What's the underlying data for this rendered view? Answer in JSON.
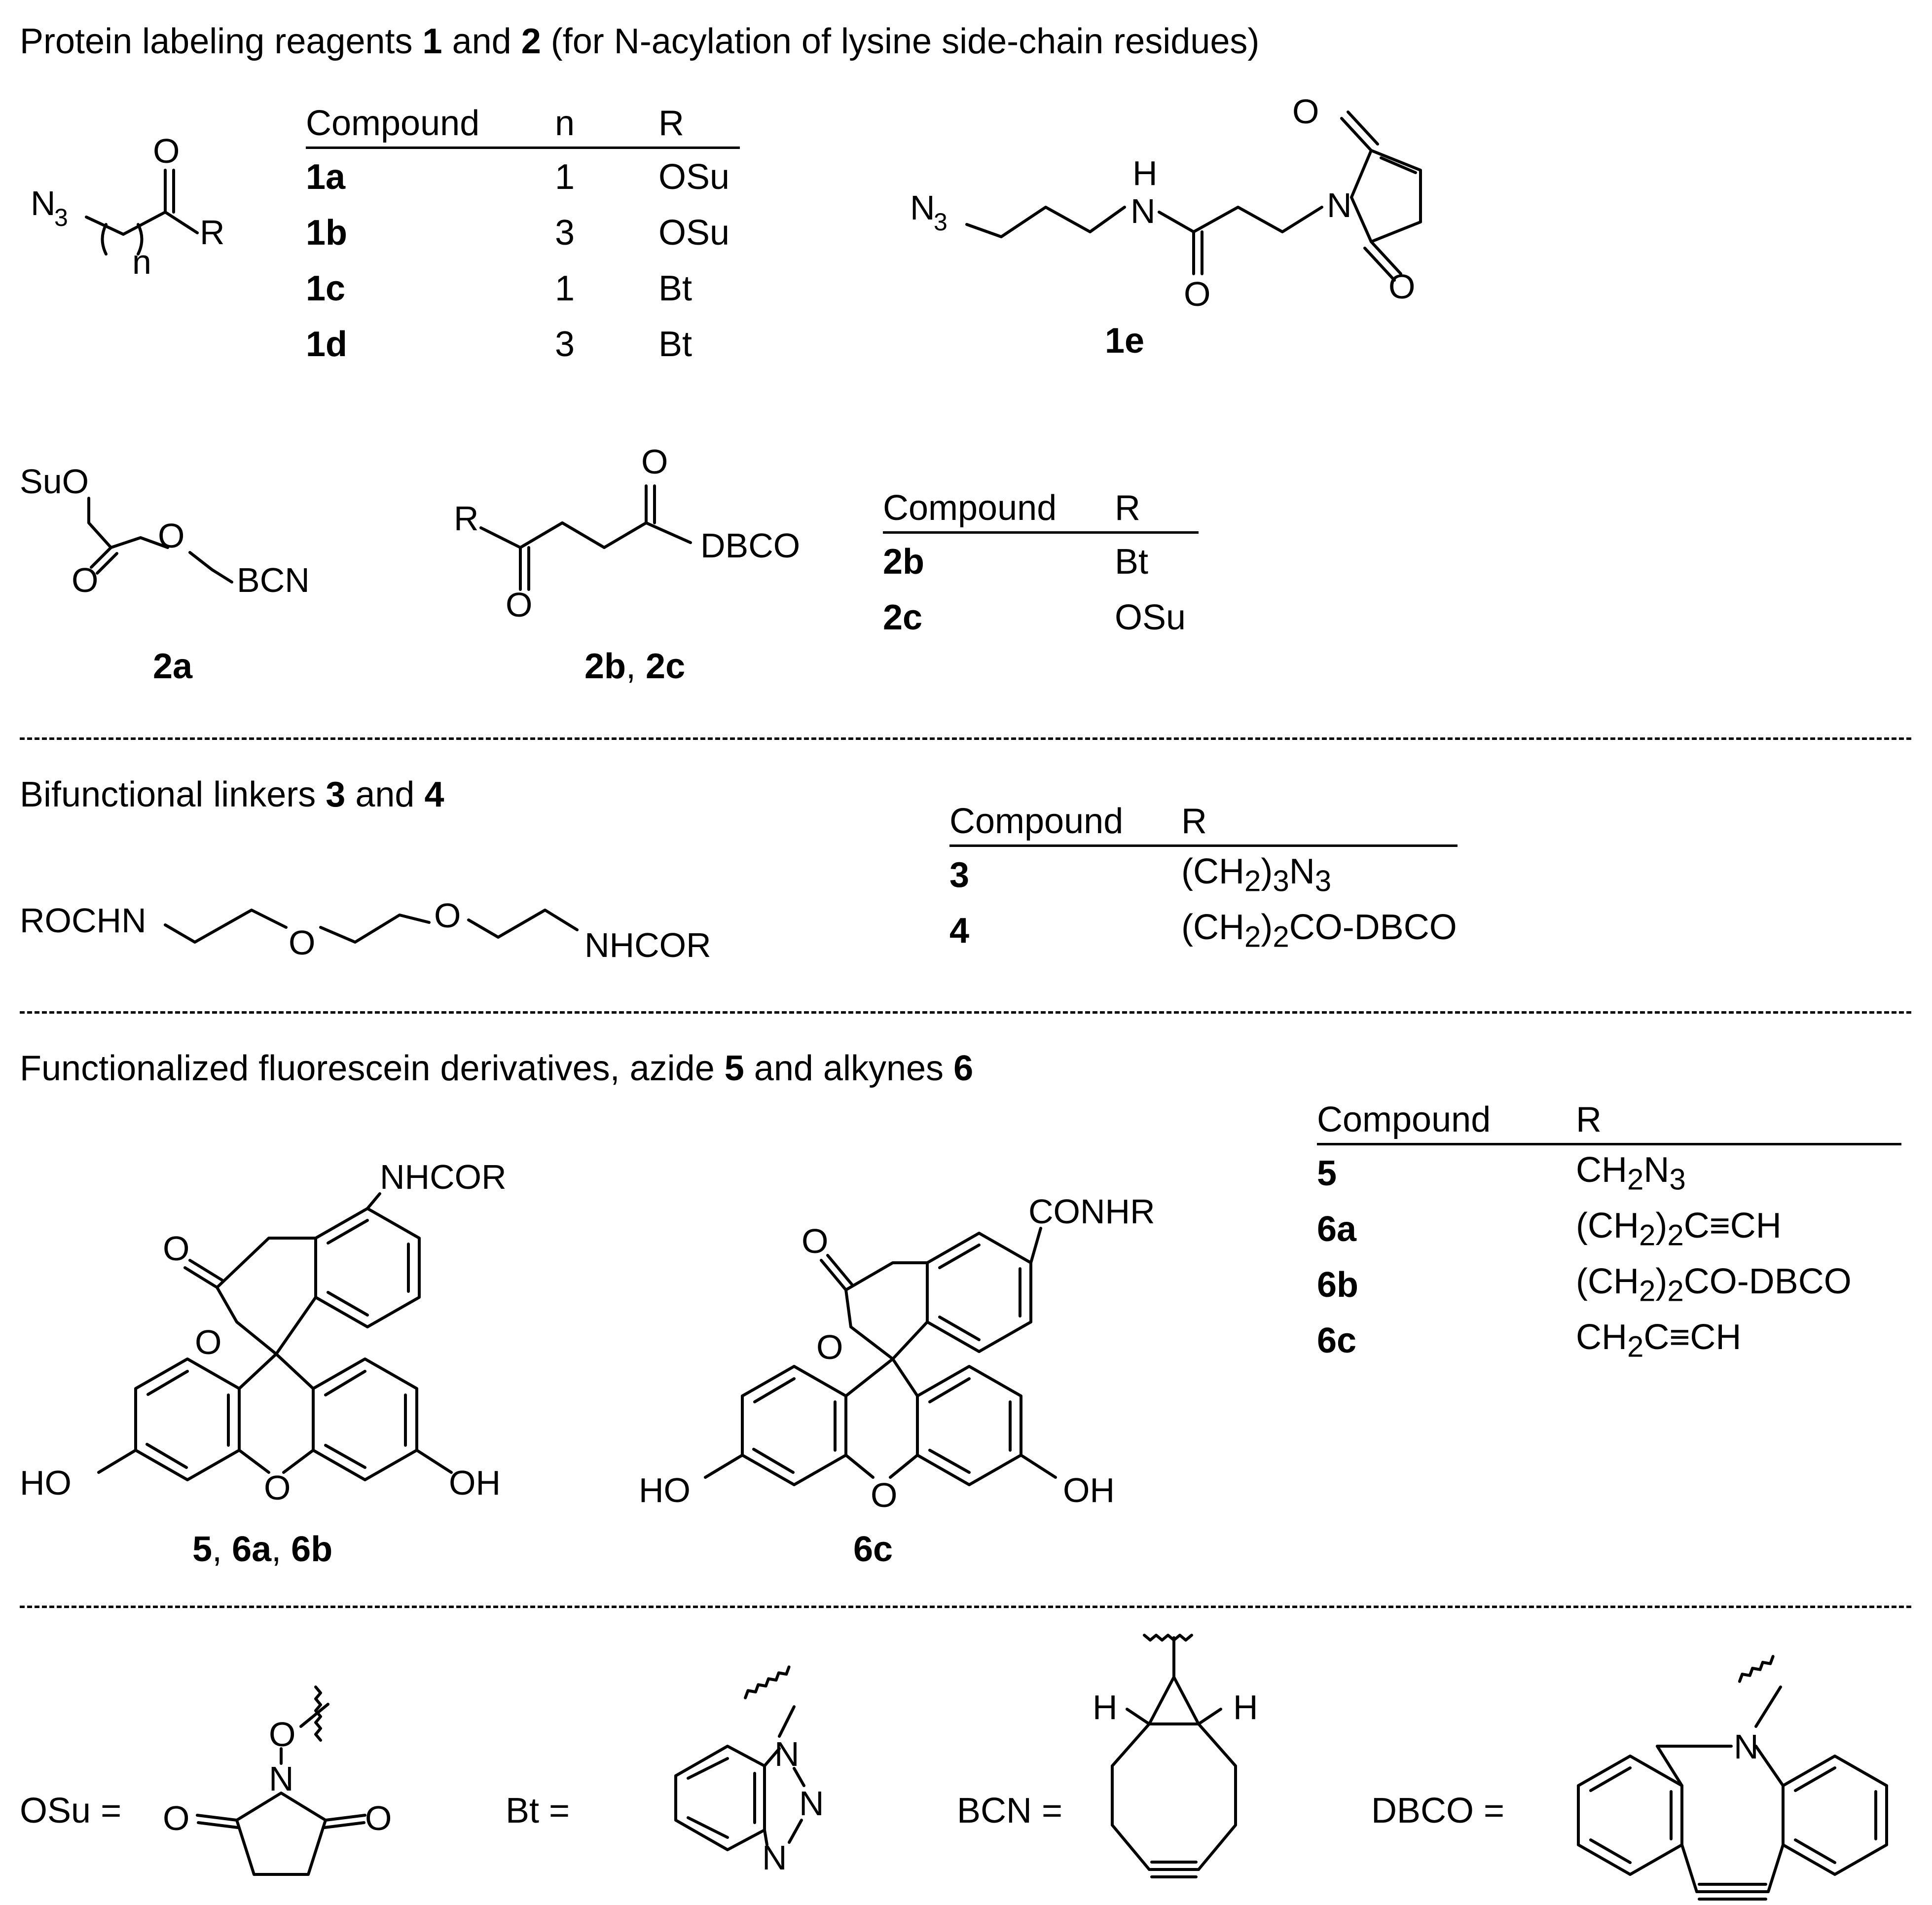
{
  "section1": {
    "heading": {
      "pre": "Protein labeling reagents ",
      "ref1": "1",
      "mid": " and ",
      "ref2": "2",
      "post": " (for N-acylation of lysine side-chain residues)"
    },
    "table1": {
      "headers": [
        "Compound",
        "n",
        "R"
      ],
      "rows": [
        {
          "id": "1a",
          "n": "1",
          "r": "OSu"
        },
        {
          "id": "1b",
          "n": "3",
          "r": "OSu"
        },
        {
          "id": "1c",
          "n": "1",
          "r": "Bt"
        },
        {
          "id": "1d",
          "n": "3",
          "r": "Bt"
        }
      ]
    },
    "table2": {
      "headers": [
        "Compound",
        "R"
      ],
      "rows": [
        {
          "id": "2b",
          "r": "Bt"
        },
        {
          "id": "2c",
          "r": "OSu"
        }
      ]
    },
    "captions": {
      "c1e": "1e",
      "c2a": "2a",
      "c2b": "2b",
      "c2c": "2c",
      "sep": ", "
    },
    "labels": {
      "n3": "N",
      "n3sub": "3",
      "o": "O",
      "r": "R",
      "n": "n",
      "h": "H",
      "nn": "N",
      "suo": "SuO",
      "bcn": "BCN",
      "dbco": "DBCO"
    }
  },
  "section2": {
    "heading": {
      "pre": "Bifunctional linkers ",
      "ref1": "3",
      "mid": " and ",
      "ref2": "4"
    },
    "labels": {
      "left": "ROCHN",
      "right": "NHCOR",
      "o": "O"
    },
    "table": {
      "headers": [
        "Compound",
        "R"
      ],
      "rows": [
        {
          "id": "3",
          "r": [
            "(CH",
            "2",
            ")",
            "3",
            "N",
            "3"
          ]
        },
        {
          "id": "4",
          "r": [
            "(CH",
            "2",
            ")",
            "2",
            "CO-DBCO"
          ]
        }
      ]
    }
  },
  "section3": {
    "heading": {
      "pre": "Functionalized fluorescein derivatives, azide ",
      "ref1": "5",
      "mid": " and alkynes ",
      "ref2": "6"
    },
    "labels": {
      "nhcor": "NHCOR",
      "conhr": "CONHR",
      "ho": "HO",
      "oh": "OH",
      "o": "O"
    },
    "captions": {
      "a": "5",
      "b": "6a",
      "c": "6b",
      "d": "6c",
      "sep": ", "
    },
    "table": {
      "headers": [
        "Compound",
        "R"
      ],
      "rows": [
        {
          "id": "5",
          "r": [
            "CH",
            "2",
            "N",
            "3"
          ]
        },
        {
          "id": "6a",
          "r": [
            "(CH",
            "2",
            ")",
            "2",
            "C≡CH"
          ]
        },
        {
          "id": "6b",
          "r": [
            "(CH",
            "2",
            ")",
            "2",
            "CO-DBCO"
          ]
        },
        {
          "id": "6c",
          "r": [
            "CH",
            "2",
            "C≡CH"
          ]
        }
      ]
    }
  },
  "section4": {
    "defs": {
      "osu": "OSu =",
      "bt": "Bt =",
      "bcn": "BCN =",
      "dbco": "DBCO ="
    },
    "labels": {
      "o": "O",
      "n": "N",
      "h": "H"
    }
  }
}
